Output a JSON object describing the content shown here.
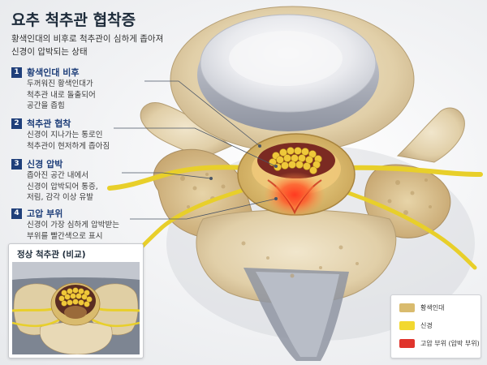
{
  "title": "요추 척추관 협착증",
  "subtitle": "황색인대의 비후로 척추관이 심하게 좁아져 신경이 압박되는 상태",
  "items": [
    {
      "num": "1",
      "title": "황색인대 비후",
      "desc": "두꺼워진 황색인대가\n척추관 내로 돌출되어\n공간을 좁힘"
    },
    {
      "num": "2",
      "title": "척추관 협착",
      "desc": "신경이 지나가는 통로인\n척추관이 현저하게 좁아짐"
    },
    {
      "num": "3",
      "title": "신경 압박",
      "desc": "좁아진 공간 내에서\n신경이 압박되어 통증,\n저림, 감각 이상 유발"
    },
    {
      "num": "4",
      "title": "고압 부위",
      "desc": "신경이 가장 심하게 압박받는\n부위를 빨간색으로 표시"
    }
  ],
  "inset": {
    "title": "정상 척추관 (비교)"
  },
  "legend": [
    {
      "label": "황색인대",
      "color": "#d9bb6e"
    },
    {
      "label": "신경",
      "color": "#f2d830"
    },
    {
      "label": "고압 부위 (압박 부위)",
      "color": "#e0342c"
    }
  ],
  "colors": {
    "accent": "#1f3f7a",
    "bone": "#e6d6b3",
    "disc": "#bfc3cc"
  }
}
